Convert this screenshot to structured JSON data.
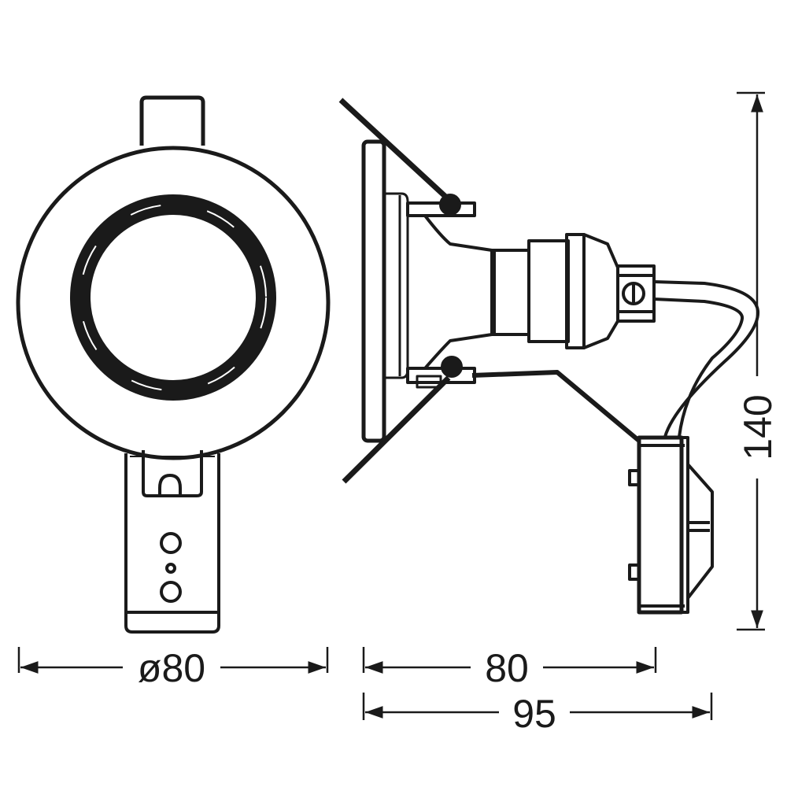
{
  "drawing": {
    "subject": "Recessed downlight with spring clips and driver box",
    "views": [
      "front-view",
      "side-view"
    ],
    "line_color": "#1a1a1a",
    "background": "#ffffff"
  },
  "dimensions": {
    "front_diameter": {
      "label": "ø80",
      "unit": "mm",
      "value": 80
    },
    "side_depth": {
      "label": "80",
      "unit": "mm",
      "value": 80
    },
    "side_total_depth": {
      "label": "95",
      "unit": "mm",
      "value": 95
    },
    "total_height": {
      "label": "140",
      "unit": "mm",
      "value": 140
    }
  }
}
